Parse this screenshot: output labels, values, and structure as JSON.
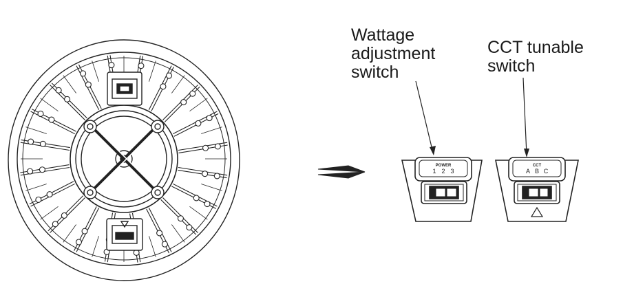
{
  "callouts": {
    "wattage": "Wattage\nadjustment\nswitch",
    "cct": "CCT tunable\nswitch"
  },
  "wattage_switch": {
    "header": "POWER",
    "positions": [
      "1",
      "2",
      "3"
    ]
  },
  "cct_switch": {
    "header": "CCT",
    "positions": [
      "A",
      "B",
      "C"
    ]
  },
  "colors": {
    "line": "#222222",
    "background": "#ffffff"
  }
}
